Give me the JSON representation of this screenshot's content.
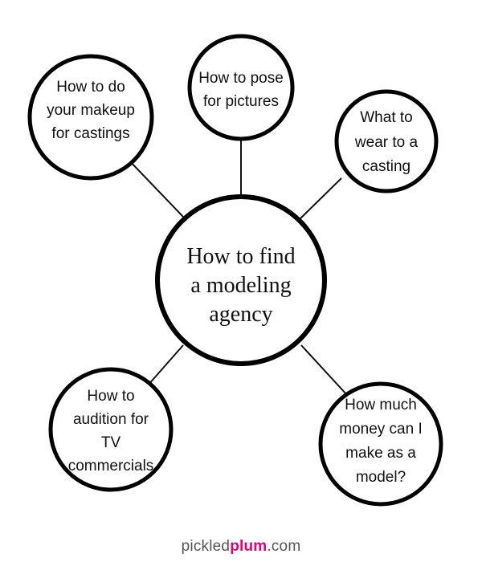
{
  "diagram": {
    "center": {
      "lines": [
        "How to find",
        "a modeling",
        "agency"
      ]
    },
    "nodes": [
      {
        "id": "makeup",
        "lines": [
          "How to do",
          "your makeup",
          "for castings"
        ]
      },
      {
        "id": "pose",
        "lines": [
          "How to pose",
          "for pictures"
        ]
      },
      {
        "id": "wear",
        "lines": [
          "What to",
          "wear to a",
          "casting"
        ]
      },
      {
        "id": "audition",
        "lines": [
          "How to",
          "audition for",
          "TV",
          "commercials"
        ]
      },
      {
        "id": "money",
        "lines": [
          "How much",
          "money can I",
          "make as a",
          "model?"
        ]
      }
    ]
  },
  "footer": {
    "part1": "pickled",
    "part2": "plum",
    "part3": ".com",
    "part2_color": "#e1007a"
  }
}
